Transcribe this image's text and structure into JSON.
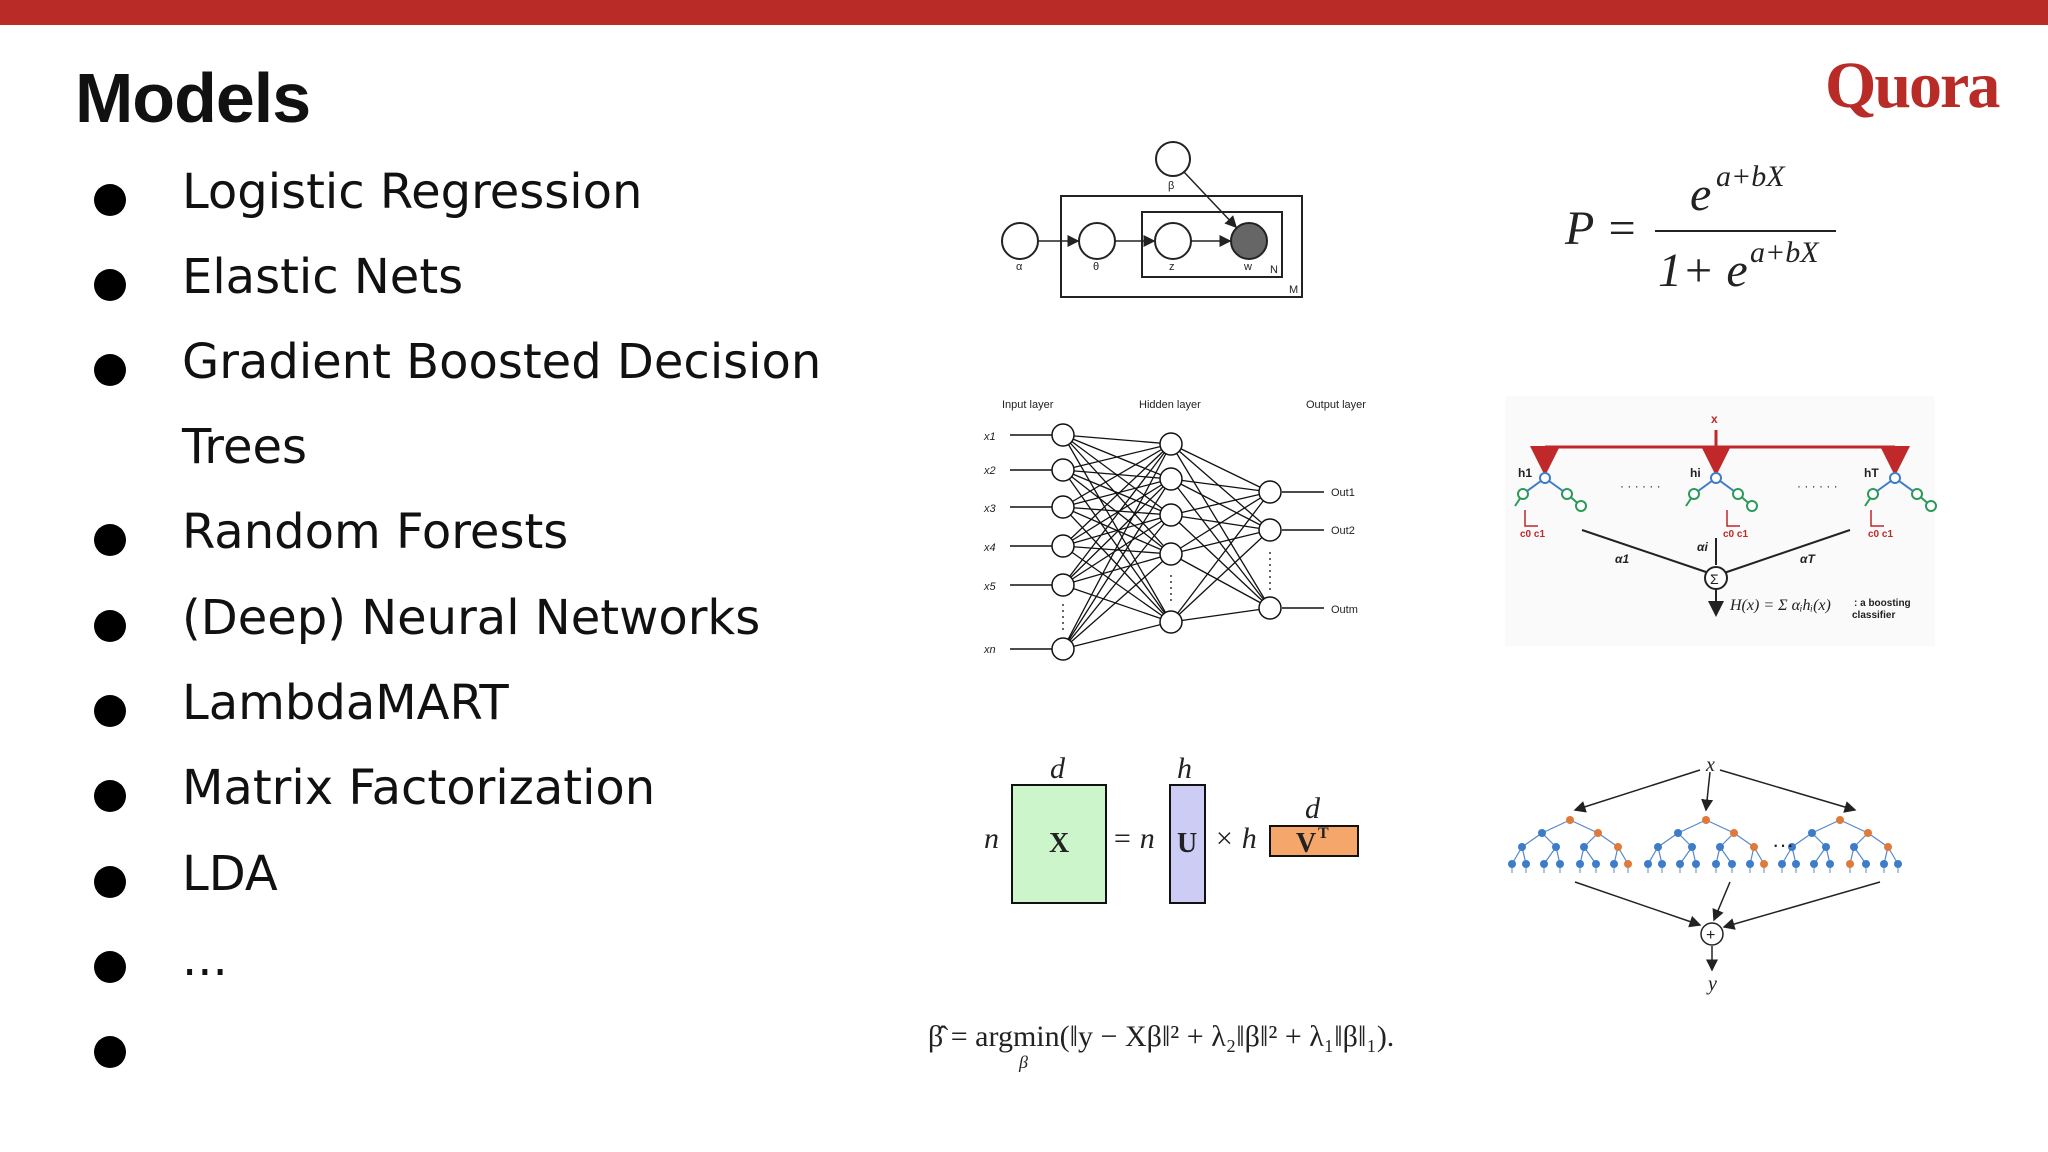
{
  "header": {
    "bar_color": "#b92b27"
  },
  "slide": {
    "title": "Models",
    "logo": "Quora",
    "bullets": [
      "Logistic Regression",
      "Elastic Nets",
      "Gradient Boosted Decision",
      "Trees",
      "Random Forests",
      "(Deep) Neural Networks",
      "LambdaMART",
      "Matrix Factorization",
      "LDA",
      "...",
      ""
    ]
  },
  "figures": {
    "lda": {
      "labels": {
        "beta": "β",
        "alpha": "α",
        "theta": "θ",
        "z": "z",
        "w": "w",
        "n": "N",
        "m": "M"
      }
    },
    "logistic": {
      "p": "P =",
      "numerator_base": "e",
      "numerator_exp": "a+bX",
      "denominator": "1+ e",
      "denominator_exp": "a+bX"
    },
    "neural_net": {
      "input_label": "Input layer",
      "hidden_label": "Hidden layer",
      "output_label": "Output layer",
      "inputs": [
        "x1",
        "x2",
        "x3",
        "x4",
        "x5",
        "xn"
      ],
      "outputs": [
        "Out1",
        "Out2",
        "Outm"
      ]
    },
    "boosting": {
      "x": "x",
      "h1": "h1",
      "hi": "hi",
      "hT": "hT",
      "leaf": "c0 c1",
      "dots": "· · · · · ·",
      "a1": "α1",
      "ai": "αi",
      "aT": "αT",
      "sigma": "Σ",
      "formula": "H(x) = Σ αᵢhᵢ(x)",
      "formula_note_1": ": a boosting",
      "formula_note_2": "classifier"
    },
    "matrix_factorization": {
      "d": "d",
      "h": "h",
      "n": "n",
      "x": "X",
      "u": "U",
      "vt": "V",
      "vt_sup": "T",
      "eq": "= n",
      "times": "× h",
      "x_color": "#ccf5cc",
      "u_color": "#ccccf5",
      "vt_color": "#f5a66b"
    },
    "random_forest": {
      "x": "x",
      "y": "y",
      "plus": "+",
      "ellipsis": "···",
      "blue": "#3d7cc9",
      "orange": "#e07a3a"
    },
    "elastic_net": {
      "formula": "β̂ = argmin(‖y − Xβ‖² + λ₂‖β‖² + λ₁‖β‖₁).",
      "subscript": "β"
    }
  }
}
